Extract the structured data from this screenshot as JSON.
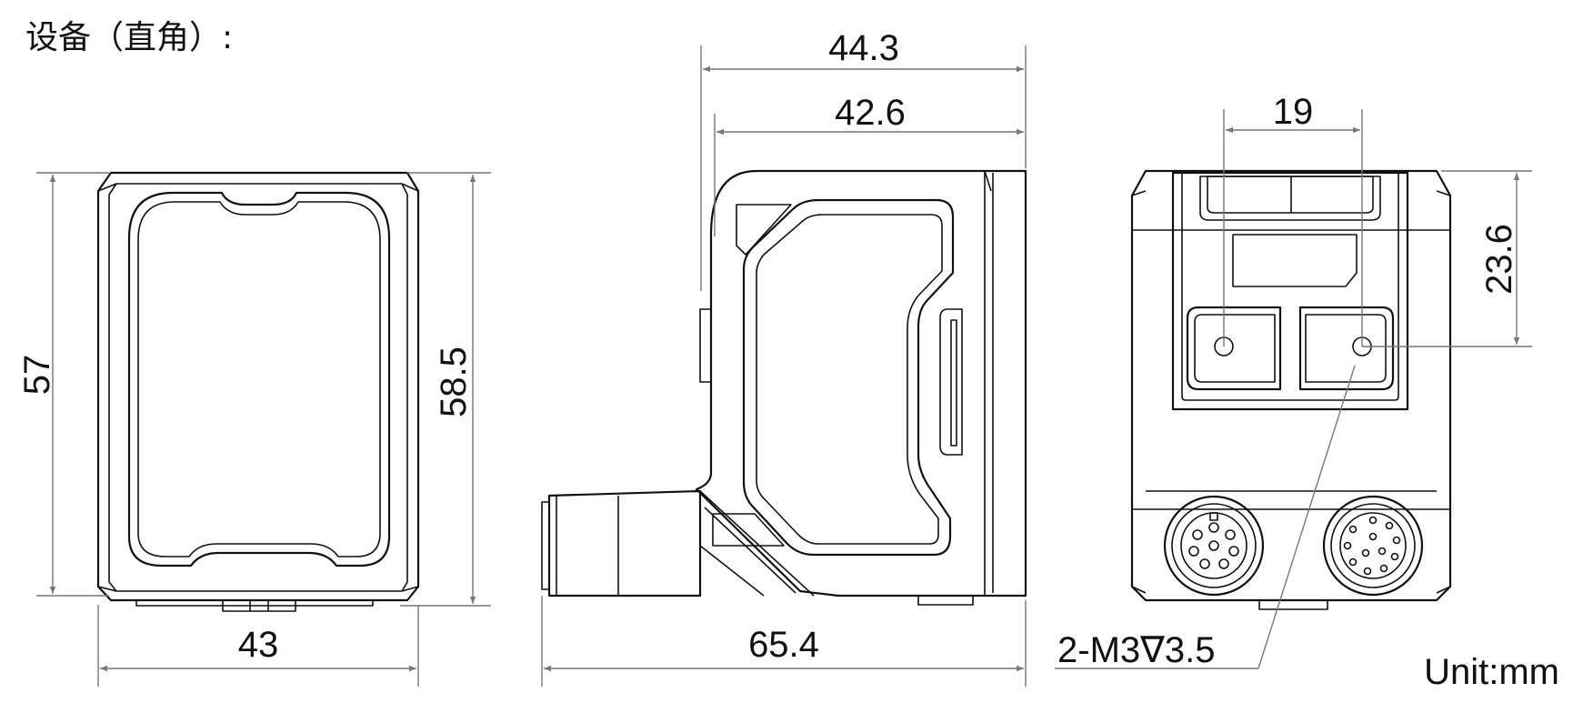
{
  "title": "设备（直角）:",
  "front_view": {
    "dim_width": "43",
    "dim_height_inner": "57",
    "dim_height_outer": "58.5"
  },
  "side_view": {
    "dim_top_outer": "44.3",
    "dim_top_inner": "42.6",
    "dim_length": "65.4"
  },
  "rear_view": {
    "dim_hole_spacing": "19",
    "dim_hole_height": "23.6",
    "callout_holes": "2-M3∇3.5"
  },
  "unit_label": "Unit:mm",
  "colors": {
    "line": "#111111",
    "dimension_line": "#777777",
    "background": "#ffffff"
  }
}
